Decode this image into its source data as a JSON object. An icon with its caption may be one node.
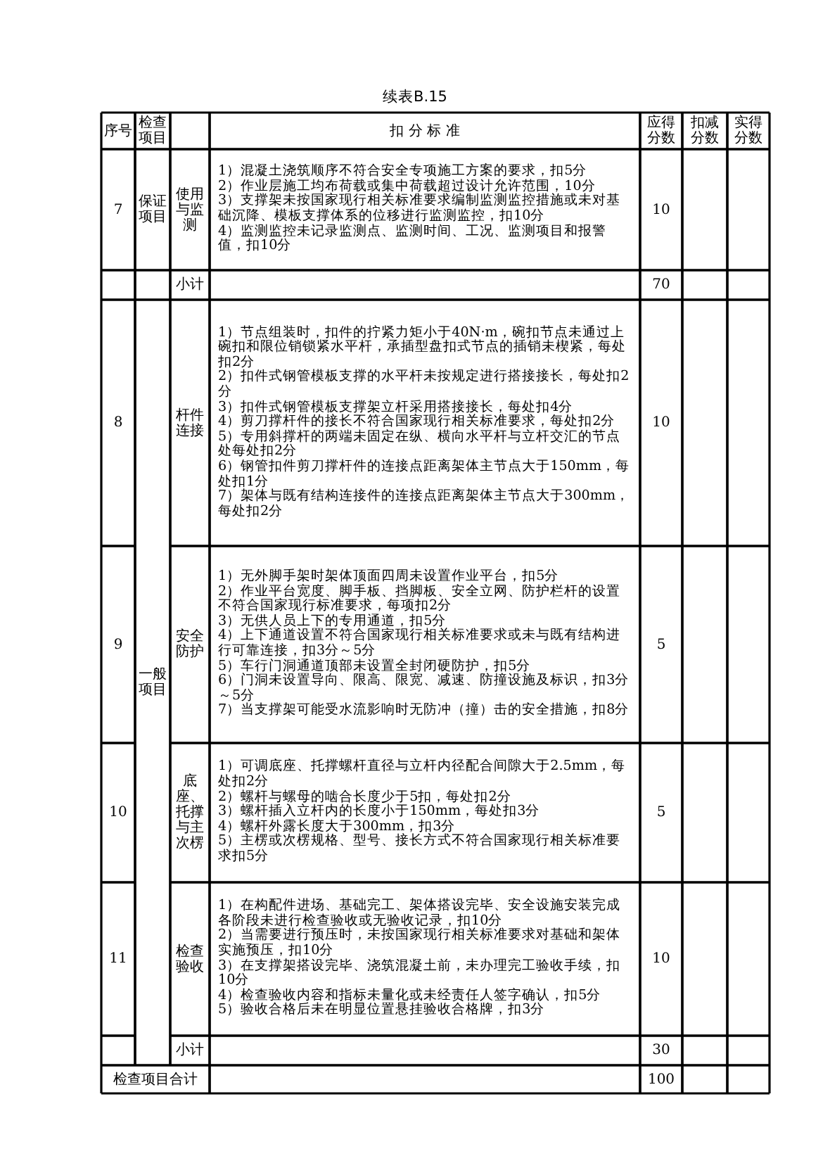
{
  "diagram": {
    "title": "续表B.15",
    "labels": [
      "序号",
      "检查项目",
      "扣 分 标 准",
      "应得分数",
      "扣减分数",
      "实得分数",
      "7",
      "保证项目",
      "使用与监测",
      "1）混凝土浇筑顺序不符合安全专项施工方案的要求，扣5分",
      "2）作业层施工均布荷载或集中荷载超过设计允许范围，10分",
      "3）支撑架未按国家现行相关标准要求编制监测监控措施或未对基础沉降、模板支撑体系的位移进行监测监控，扣10分",
      "4）监测监控未记录监测点、监测时间、工况、监测项目和报警值，扣10分",
      "10",
      "小计",
      "70",
      "8",
      "一般项目",
      "杆件连接",
      "1）节点组装时，扣件的拧紧力矩小于40N·m，碗扣节点未通过上碗扣和限位销锁紧水平杆，承插型盘扣式节点的插销未楔紧，每处扣2分",
      "2）扣件式钢管模板支撑的水平杆未按规定进行搭接接长，每处扣2分",
      "3）扣件式钢管模板支撑架立杆采用搭接接长，每处扣4分",
      "4）剪刀撑杆件的接长不符合国家现行相关标准要求，每处扣2分",
      "5）专用斜撑杆的两端未固定在纵、横向水平杆与立杆交汇的节点处每处扣2分",
      "6）钢管扣件剪刀撑杆件的连接点距离架体主节点大于150mm，每处扣1分",
      "7）架体与既有结构连接件的连接点距离架体主节点大于300mm，每处扣2分",
      "10",
      "9",
      "安全防护",
      "1）无外脚手架时架体顶面四周未设置作业平台，扣5分",
      "2）作业平台宽度、脚手板、挡脚板、安全立网、防护栏杆的设置不符合国家现行标准要求，每项扣2分",
      "3）无供人员上下的专用通道，扣5分",
      "4）上下通道设置不符合国家现行相关标准要求或未与既有结构进行可靠连接，扣3分～5分",
      "5）车行门洞通道顶部未设置全封闭硬防护，扣5分",
      "6）门洞未设置导向、限高、限宽、减速、防撞设施及标识，扣3分～5分",
      "7）当支撑架可能受水流影响时无防冲（撞）击的安全措施，扣8分",
      "5",
      "10",
      "底座、托撑与主次楞",
      "1）可调底座、托撑螺杆直径与立杆内径配合间隙大于2.5mm，每处扣2分",
      "2）螺杆与螺母的啮合长度少于5扣，每处扣2分",
      "3）螺杆插入立杆内的长度小于150mm，每处扣3分",
      "4）螺杆外露长度大于300mm，扣3分",
      "5）主楞或次楞规格、型号、接长方式不符合国家现行相关标准要求扣5分",
      "5",
      "11",
      "检查验收",
      "1）在构配件进场、基础完工、架体搭设完毕、安全设施安装完成各阶段未进行检查验收或无验收记录，扣10分",
      "2）当需要进行预压时，未按国家现行相关标准要求对基础和架体实施预压，扣10分",
      "3）在支撑架搭设完毕、浇筑混凝土前，未办理完工验收手续，扣10分",
      "4）检查验收内容和指标未量化或未经责任人签字确认，扣5分",
      "5）验收合格后未在明显位置悬挂验收合格牌，扣3分",
      "10",
      "小计",
      "30",
      "检查项目合计",
      "100"
    ]
  }
}
